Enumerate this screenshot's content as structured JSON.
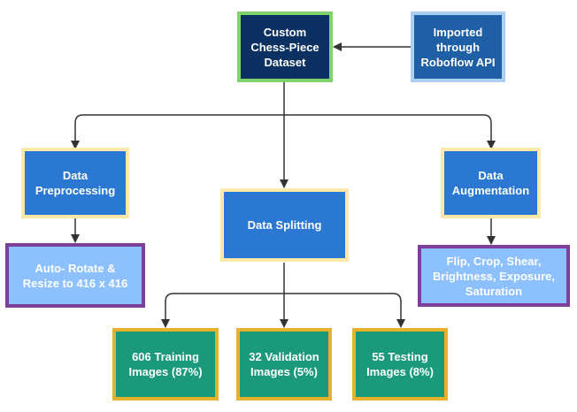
{
  "nodes": {
    "dataset": "Custom\nChess-Piece\nDataset",
    "roboflow": "Imported\nthrough\nRoboflow API",
    "preprocessing": "Data\nPreprocessing",
    "splitting": "Data Splitting",
    "augmentation": "Data\nAugmentation",
    "auto_rotate": "Auto- Rotate &\nResize to 416 x 416",
    "flip": "Flip, Crop, Shear,\nBrightness,  Exposure,\nSaturation",
    "training": "606 Training\nImages (87%)",
    "validation": "32 Validation\nImages (5%)",
    "testing": "55 Testing\nImages (8%)"
  },
  "colors": {
    "title_fill": "#0a3161",
    "title_border": "#7fd36a",
    "api_fill": "#1f5fa6",
    "api_border": "#a9cff2",
    "blue_fill": "#2b78d3",
    "yellow_border": "#ffe9a6",
    "light_fill": "#8cc0ff",
    "purple_border": "#7d3f98",
    "green_fill": "#1a9a7a",
    "gold_border": "#e7b22a",
    "connector": "#333333"
  }
}
